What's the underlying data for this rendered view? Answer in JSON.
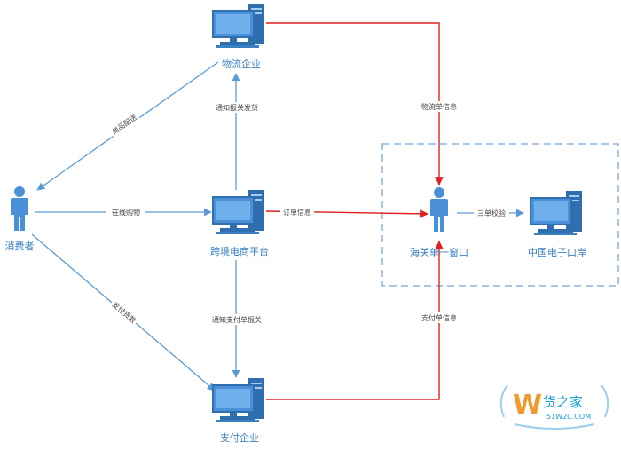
{
  "colors": {
    "node_blue": "#3a7fc1",
    "monitor_blue": "#4a90d9",
    "arrow_blue": "#5b9bd5",
    "arrow_red": "#e02020",
    "dash_border": "#8ab4e0"
  },
  "nodes": {
    "logistics": {
      "label": "物流企业",
      "icon": "computer-icon"
    },
    "platform": {
      "label": "跨境电商平台",
      "icon": "computer-icon"
    },
    "payment": {
      "label": "支付企业",
      "icon": "computer-icon"
    },
    "consumer": {
      "label": "消费者",
      "icon": "person-icon"
    },
    "customs_window": {
      "label": "海关单一窗口",
      "icon": "person-icon"
    },
    "china_eport": {
      "label": "中国电子口岸",
      "icon": "computer-icon"
    }
  },
  "edges": {
    "logistics_to_consumer": "商品配送",
    "consumer_to_platform": "在线购物",
    "consumer_to_payment": "支付货款",
    "platform_to_logistics": "通知报关发货",
    "platform_to_payment": "通知支付单报关",
    "platform_to_customs": "订单信息",
    "logistics_to_customs": "物流单信息",
    "payment_to_customs": "支付单信息",
    "customs_to_eport": "三单校验"
  },
  "watermark": {
    "brand": "货之家",
    "site": "51W2C.COM",
    "logo_letter": "W"
  }
}
